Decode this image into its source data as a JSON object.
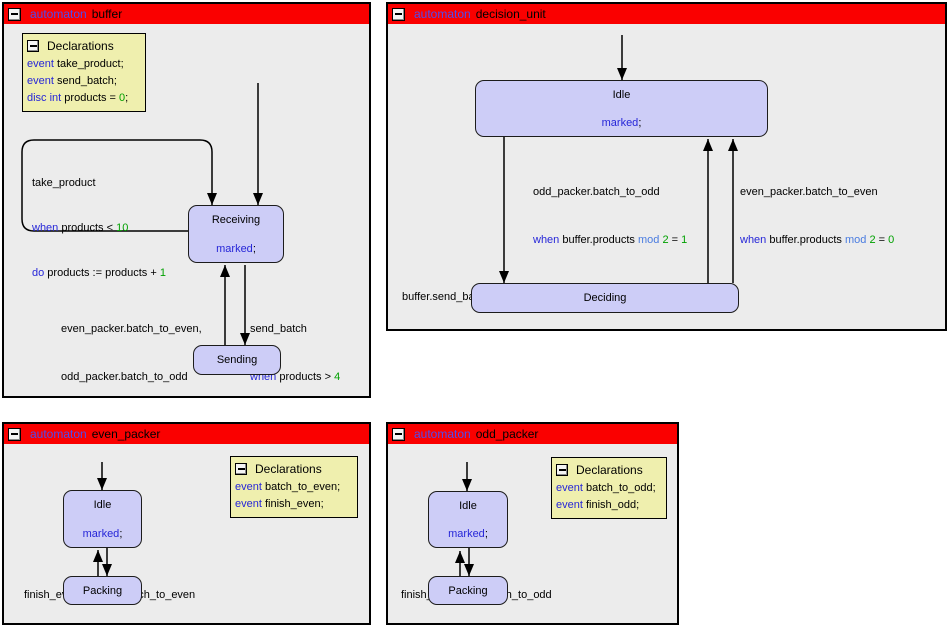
{
  "colors": {
    "titlebar_bg": "#fa0000",
    "keyword_blue": "#2626d8",
    "number_green": "#00a000",
    "mod_blue": "#4a7ce0",
    "state_fill": "#cdcdf7",
    "declarations_fill": "#efefae",
    "panel_bg": "#ececec"
  },
  "buffer": {
    "title_kw": "automaton",
    "title_name": "buffer",
    "decl_title": "Declarations",
    "decl_lines": [
      [
        [
          "kw",
          "event"
        ],
        [
          "pl",
          " take_product;"
        ]
      ],
      [
        [
          "kw",
          "event"
        ],
        [
          "pl",
          " send_batch;"
        ]
      ],
      [
        [
          "kw",
          "disc int"
        ],
        [
          "pl",
          " products = "
        ],
        [
          "num",
          "0"
        ],
        [
          "pl",
          ";"
        ]
      ]
    ],
    "loop_label": [
      [
        [
          "pl",
          "take_product"
        ]
      ],
      [
        [
          "kw",
          "when"
        ],
        [
          "pl",
          " products < "
        ],
        [
          "num",
          "10"
        ]
      ],
      [
        [
          "kw",
          "do"
        ],
        [
          "pl",
          " products := products + "
        ],
        [
          "num",
          "1"
        ]
      ]
    ],
    "batch_label": [
      [
        [
          "pl",
          "even_packer.batch_to_even,"
        ]
      ],
      [
        [
          "pl",
          "odd_packer.batch_to_odd"
        ]
      ]
    ],
    "send_label": [
      [
        [
          "pl",
          "send_batch"
        ]
      ],
      [
        [
          "kw",
          "when"
        ],
        [
          "pl",
          " products > "
        ],
        [
          "num",
          "4"
        ]
      ]
    ],
    "states": {
      "receiving": {
        "name": "Receiving",
        "marked": [
          [
            "kw",
            "marked"
          ],
          [
            "pl",
            ";"
          ]
        ]
      },
      "sending": {
        "name": "Sending"
      }
    }
  },
  "decision_unit": {
    "title_kw": "automaton",
    "title_name": "decision_unit",
    "send_label": [
      [
        [
          "pl",
          "buffer.send_batch"
        ]
      ]
    ],
    "odd_label": [
      [
        [
          "pl",
          "odd_packer.batch_to_odd"
        ]
      ],
      [
        [
          "kw",
          "when"
        ],
        [
          "pl",
          " buffer.products "
        ],
        [
          "mod",
          "mod"
        ],
        [
          "pl",
          " "
        ],
        [
          "num",
          "2"
        ],
        [
          "pl",
          " = "
        ],
        [
          "num",
          "1"
        ]
      ]
    ],
    "even_label": [
      [
        [
          "pl",
          "even_packer.batch_to_even"
        ]
      ],
      [
        [
          "kw",
          "when"
        ],
        [
          "pl",
          " buffer.products "
        ],
        [
          "mod",
          "mod"
        ],
        [
          "pl",
          " "
        ],
        [
          "num",
          "2"
        ],
        [
          "pl",
          " = "
        ],
        [
          "num",
          "0"
        ]
      ]
    ],
    "states": {
      "idle": {
        "name": "Idle",
        "marked": [
          [
            "kw",
            "marked"
          ],
          [
            "pl",
            ";"
          ]
        ]
      },
      "deciding": {
        "name": "Deciding"
      }
    }
  },
  "even_packer": {
    "title_kw": "automaton",
    "title_name": "even_packer",
    "decl_title": "Declarations",
    "decl_lines": [
      [
        [
          "kw",
          "event"
        ],
        [
          "pl",
          " batch_to_even;"
        ]
      ],
      [
        [
          "kw",
          "event"
        ],
        [
          "pl",
          " finish_even;"
        ]
      ]
    ],
    "finish_label": [
      [
        [
          "pl",
          "finish_even"
        ]
      ]
    ],
    "batch_label": [
      [
        [
          "pl",
          "batch_to_even"
        ]
      ]
    ],
    "states": {
      "idle": {
        "name": "Idle",
        "marked": [
          [
            "kw",
            "marked"
          ],
          [
            "pl",
            ";"
          ]
        ]
      },
      "packing": {
        "name": "Packing"
      }
    }
  },
  "odd_packer": {
    "title_kw": "automaton",
    "title_name": "odd_packer",
    "decl_title": "Declarations",
    "decl_lines": [
      [
        [
          "kw",
          "event"
        ],
        [
          "pl",
          " batch_to_odd;"
        ]
      ],
      [
        [
          "kw",
          "event"
        ],
        [
          "pl",
          " finish_odd;"
        ]
      ]
    ],
    "finish_label": [
      [
        [
          "pl",
          "finish_odd"
        ]
      ]
    ],
    "batch_label": [
      [
        [
          "pl",
          "batch_to_odd"
        ]
      ]
    ],
    "states": {
      "idle": {
        "name": "Idle",
        "marked": [
          [
            "kw",
            "marked"
          ],
          [
            "pl",
            ";"
          ]
        ]
      },
      "packing": {
        "name": "Packing"
      }
    }
  }
}
